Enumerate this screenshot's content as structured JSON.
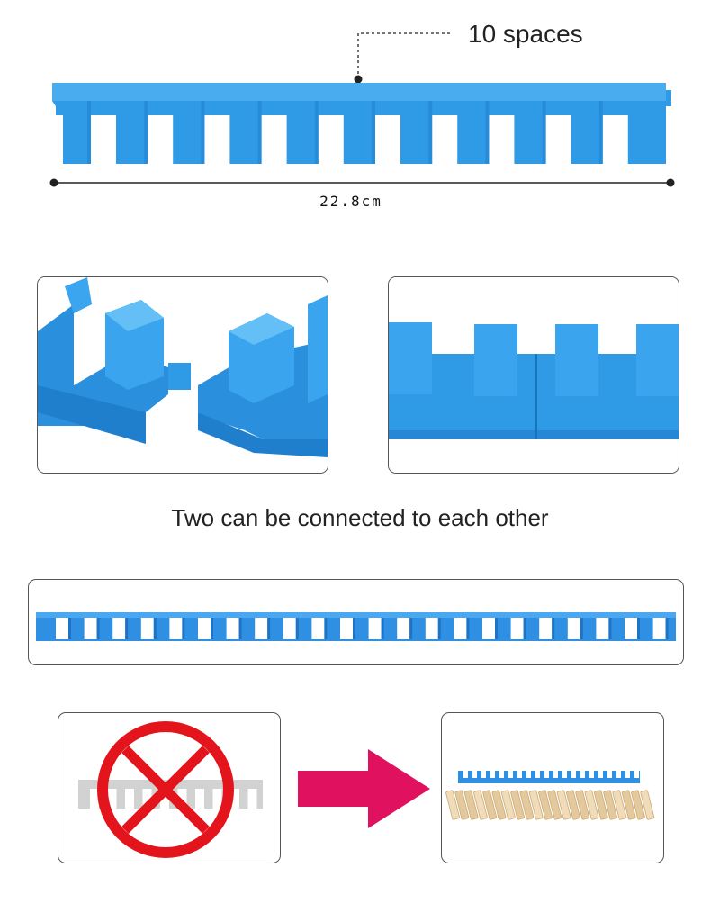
{
  "header": {
    "spaces_label": "10 spaces",
    "dimension_label": "22.8cm"
  },
  "middle": {
    "caption": "Two can be connected to each other"
  },
  "icons": {
    "prohibited": "prohibited-icon",
    "arrow": "right-arrow-icon"
  },
  "colors": {
    "product_blue": "#2f9be6",
    "product_blue_dark": "#1c7fd0",
    "prohibited_red": "#e3141b",
    "arrow_pink": "#e0115f",
    "domino_wood": "#ead2ac"
  }
}
